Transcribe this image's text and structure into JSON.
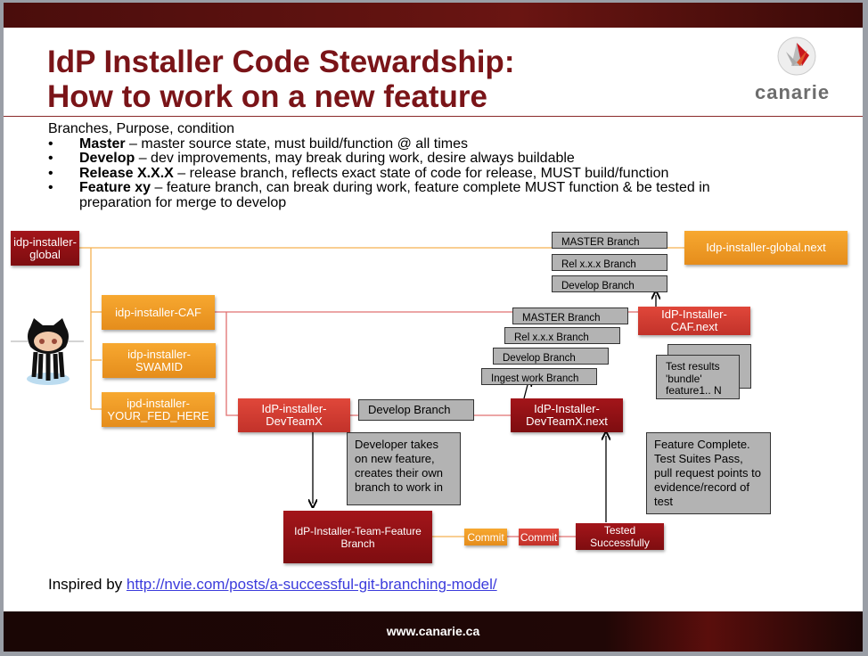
{
  "title": {
    "line1": "IdP Installer Code Stewardship:",
    "line2": "How to work on a new feature"
  },
  "logo": {
    "text": "canarie"
  },
  "intro": "Branches, Purpose, condition",
  "bullets": [
    {
      "term": "Master",
      "text": " – master source state, must build/function @ all times"
    },
    {
      "term": "Develop",
      "text": " – dev improvements, may break during work, desire always buildable"
    },
    {
      "term": "Release X.X.X",
      "text": " – release branch, reflects exact state of code for release, MUST build/function"
    },
    {
      "term": "Feature xy",
      "text": " – feature branch, can break during work, feature complete MUST function & be tested in preparation for merge to develop"
    }
  ],
  "diagram": {
    "global": "idp-installer-global",
    "caf": "idp-installer-CAF",
    "swamid": "idp-installer-SWAMID",
    "yourfed": "ipd-installer-YOUR_FED_HERE",
    "devteam": "IdP-installer-DevTeamX",
    "devteam_branch": "Develop Branch",
    "devteam_next": "IdP-Installer-DevTeamX.next",
    "caf_master": "MASTER Branch",
    "caf_rel": "Rel x.x.x Branch",
    "caf_develop": "Develop Branch",
    "caf_ingest": "Ingest work Branch",
    "caf_next": "IdP-Installer-CAF.next",
    "global_master": "MASTER Branch",
    "global_rel": "Rel x.x.x Branch",
    "global_develop": "Develop Branch",
    "global_next": "Idp-installer-global.next",
    "test_results": "Test results 'bundle' feature1.. N",
    "dev_note": "Developer takes on new feature, creates their own branch to work in",
    "complete_note": "Feature Complete. Test Suites Pass, pull request points to evidence/record of test",
    "feature_branch": "IdP-Installer-Team-Feature Branch",
    "commit1": "Commit",
    "commit2": "Commit",
    "tested": "Tested Successfully"
  },
  "inspired": {
    "prefix": "Inspired by ",
    "link": "http://nvie.com/posts/a-successful-git-branching-model/"
  },
  "footer": "www.canarie.ca",
  "colors": {
    "dark_red": "#8f1115",
    "red": "#d13d31",
    "orange": "#f0a028",
    "title": "#7a1418"
  }
}
